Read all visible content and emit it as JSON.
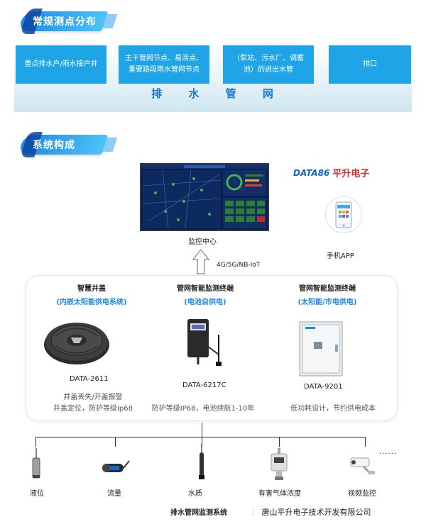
{
  "sections": {
    "distribution_title": "常规测点分布",
    "system_title": "系统构成"
  },
  "pipe_nodes": [
    "重点排水户/雨水接户井",
    "主干管网节点、易涝点、重要路段雨水管网节点",
    "（泵站、污水厂、调蓄池）的进出水管",
    "排口"
  ],
  "pipe_network_label": "排 水 管 网",
  "monitor_center": {
    "caption": "监控中心",
    "network": "4G/5G/NB-IoT"
  },
  "brand": {
    "logo_en": "DATA86",
    "logo_cn": "平升电子"
  },
  "mobile": {
    "caption": "手机APP"
  },
  "devices": [
    {
      "title": "智慧井盖",
      "subtitle": "(内嵌太阳能供电系统)",
      "model": "DATA-2611",
      "desc_line1": "井盖丢失/开盖报警",
      "desc_line2": "井盖定位，防护等级Ip68"
    },
    {
      "title": "管网智能监测终端",
      "subtitle": "(电池自供电)",
      "model": "DATA-6217C",
      "desc_line1": "防护等级IP68，电池续航1-10年"
    },
    {
      "title": "管网智能监测终端",
      "subtitle": "(太阳能/市电供电)",
      "model": "DATA-9201",
      "desc_line1": "低功耗设计，节约供电成本"
    }
  ],
  "sensors": [
    {
      "label": "液位",
      "icon": "level-sensor-icon"
    },
    {
      "label": "流量",
      "icon": "flow-meter-icon"
    },
    {
      "label": "水质",
      "icon": "water-quality-probe-icon"
    },
    {
      "label": "有害气体浓度",
      "icon": "gas-detector-icon"
    },
    {
      "label": "视频监控",
      "icon": "cctv-camera-icon"
    }
  ],
  "more_dots": "......",
  "footer": {
    "title": "排水管网监测系统",
    "company_prefix": "：",
    "company": "唐山平升电子技术开发有限公司"
  },
  "colors": {
    "accent_blue": "#1fa4e8",
    "brand_red": "#d32f2f",
    "brand_blue": "#1565c0"
  }
}
